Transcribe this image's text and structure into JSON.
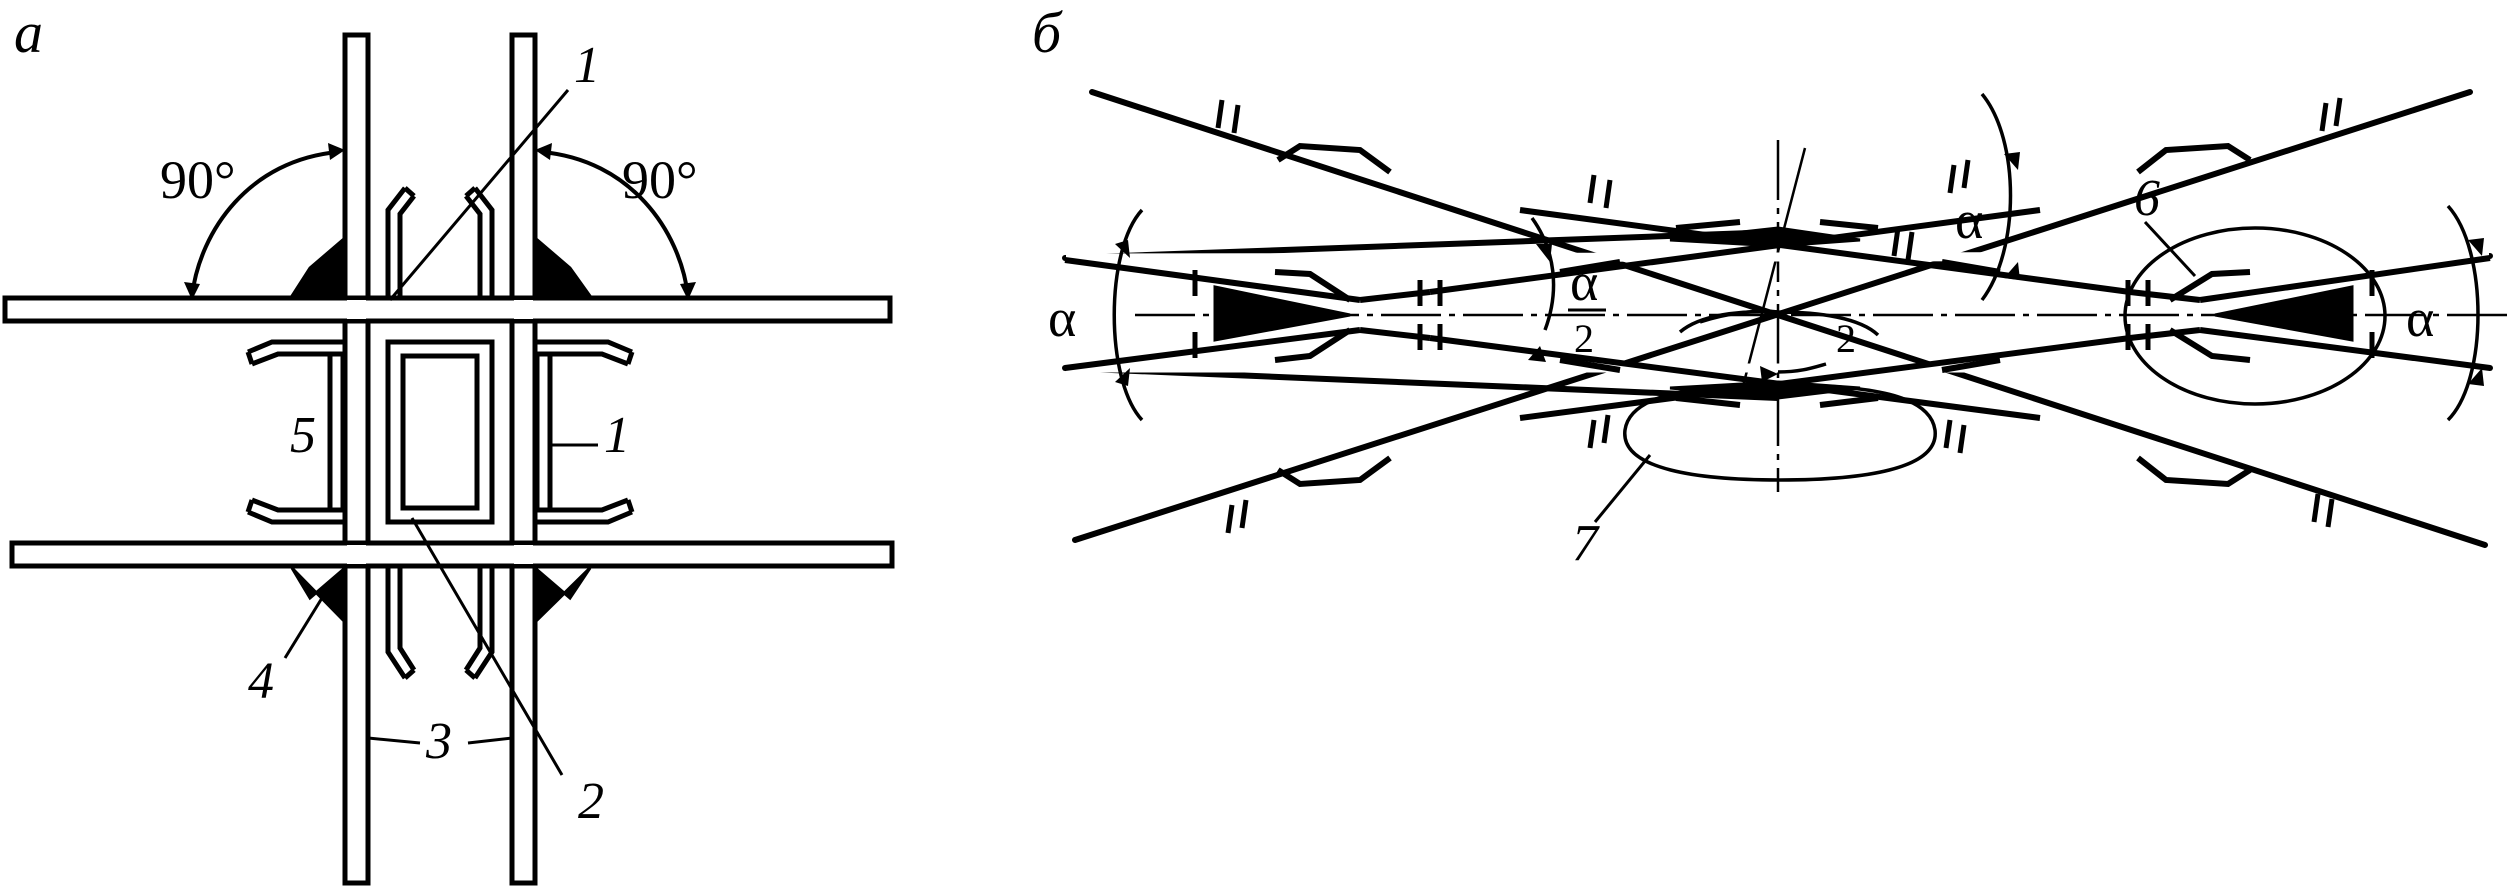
{
  "panel_a": {
    "label": "а",
    "angle_left": "90°",
    "angle_right": "90°",
    "callouts": {
      "c1_top": "1",
      "c1_right": "1",
      "c2": "2",
      "c3": "3",
      "c4": "4",
      "c5": "5"
    }
  },
  "panel_b": {
    "label": "б",
    "alpha_left": "α",
    "alpha_mid_num": "α",
    "alpha_mid_den": "2",
    "alpha_top": "α",
    "alpha_right": "α",
    "half_angle": "2",
    "callouts": {
      "c6": "6",
      "c7": "7"
    }
  }
}
